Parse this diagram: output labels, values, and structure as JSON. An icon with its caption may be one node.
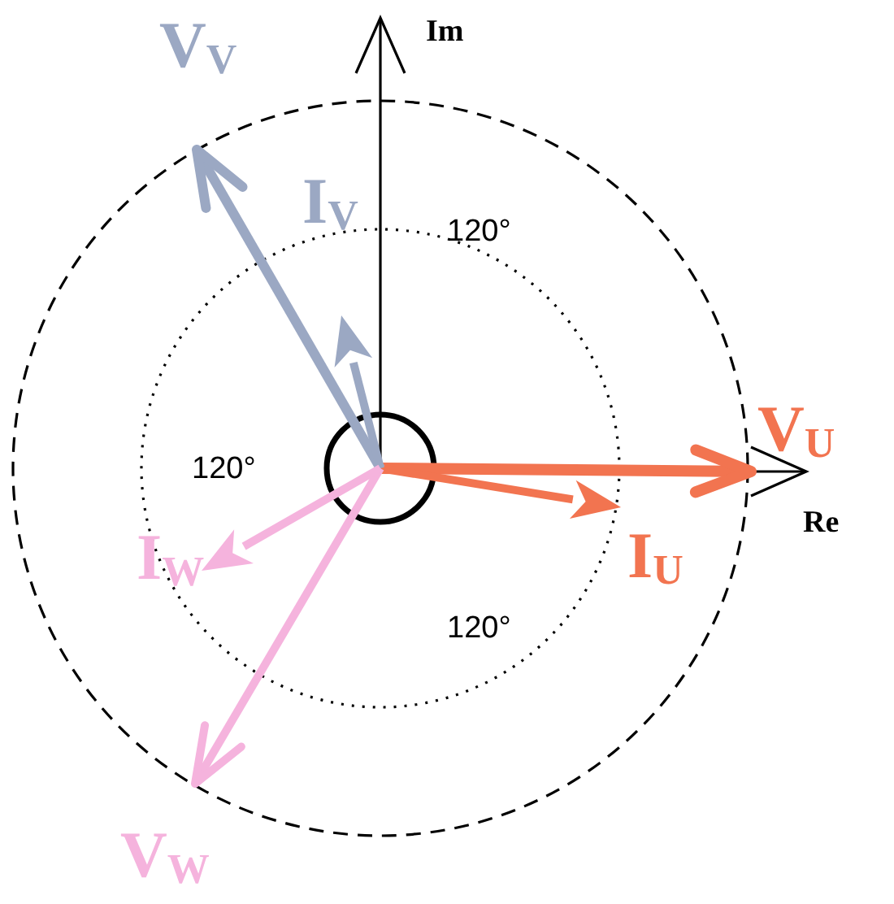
{
  "diagram": {
    "labels": [
      "V$_{V}$",
      "Im",
      "I$_{V}$",
      "120°",
      "V$_{U}$",
      "120°",
      "Re",
      "I$_{W}$",
      "I$_{U}$",
      "120°",
      "V$_{W}$"
    ]
  }
}
